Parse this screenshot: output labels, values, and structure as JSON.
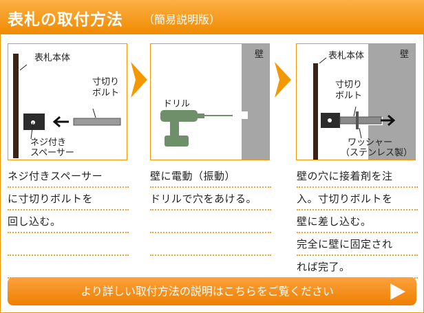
{
  "header": {
    "title": "表札の取付方法",
    "subtitle": "（簡易説明版）"
  },
  "steps": [
    {
      "labels": {
        "nameplate": "表札本体",
        "bolt_line1": "寸切り",
        "bolt_line2": "ボルト",
        "spacer_line1": "ネジ付き",
        "spacer_line2": "スペーサー"
      },
      "lines": [
        "ネジ付きスペーサー",
        "に寸切りボルトを",
        "回し込む。",
        "",
        ""
      ]
    },
    {
      "labels": {
        "drill": "ドリル",
        "wall": "壁"
      },
      "lines": [
        "壁に電動（振動）",
        "ドリルで穴をあける。",
        "",
        "",
        ""
      ]
    },
    {
      "labels": {
        "nameplate": "表札本体",
        "wall": "壁",
        "bolt_line1": "寸切り",
        "bolt_line2": "ボルト",
        "washer_line1": "ワッシャー",
        "washer_line2": "（ステンレス製）"
      },
      "lines": [
        "壁の穴に接着剤を注",
        "入。寸切りボルトを",
        "壁に差し込む。",
        "完全に壁に固定され",
        "れば完了。"
      ]
    }
  ],
  "cta": {
    "label": "より詳しい取付方法の説明はこちらをご覧ください"
  },
  "colors": {
    "accent": "#f39800",
    "wall": "#a6a6a6",
    "drill": "#6f8f6b",
    "nameplate": "#3b2417"
  }
}
